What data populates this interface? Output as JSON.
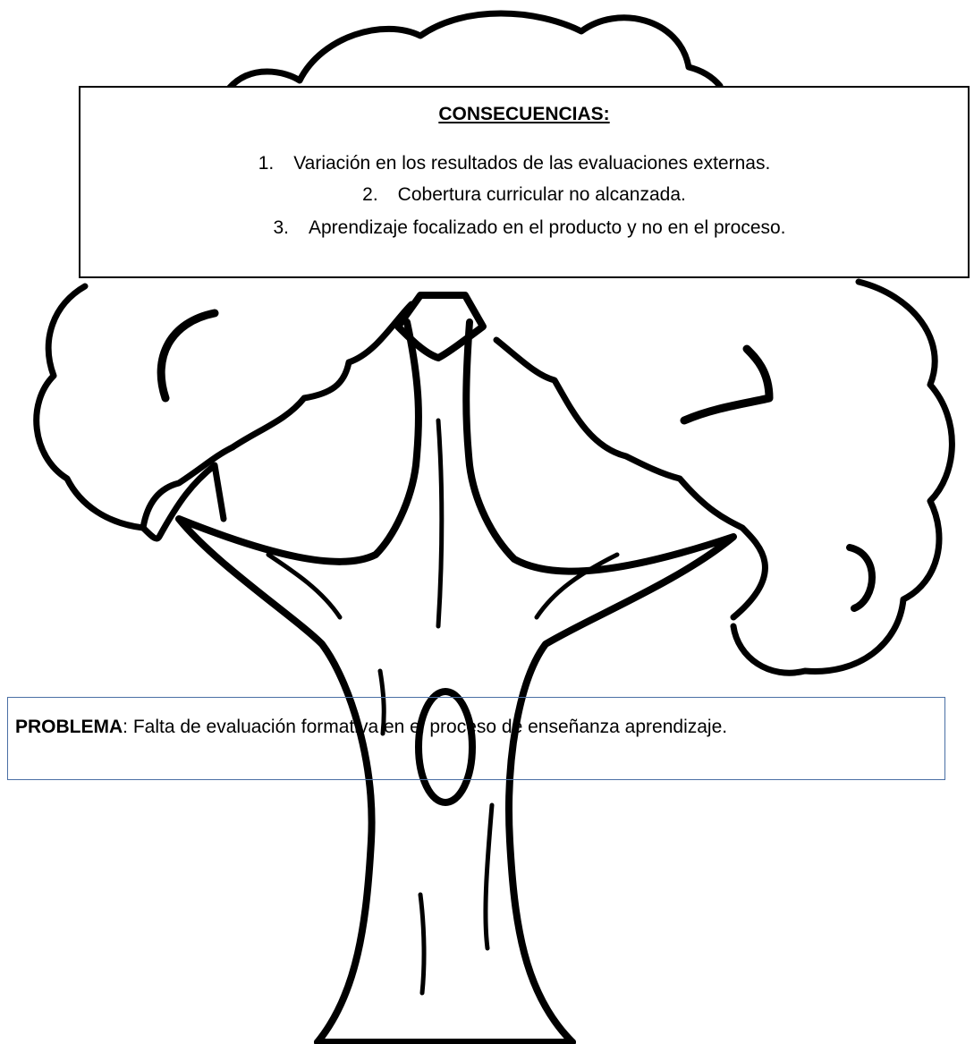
{
  "consequences": {
    "title": "CONSECUENCIAS:",
    "items": [
      {
        "number": "1.",
        "text": "Variación en los resultados de las evaluaciones externas."
      },
      {
        "number": "2.",
        "text": "Cobertura curricular no alcanzada."
      },
      {
        "number": "3.",
        "text": "Aprendizaje focalizado en el producto y no en el proceso."
      }
    ]
  },
  "problem": {
    "label": "PROBLEMA",
    "text": ": Falta de evaluación formativa en el proceso de enseñanza aprendizaje."
  },
  "colors": {
    "problem_border": "#4a6fa5",
    "outline": "#000000"
  }
}
